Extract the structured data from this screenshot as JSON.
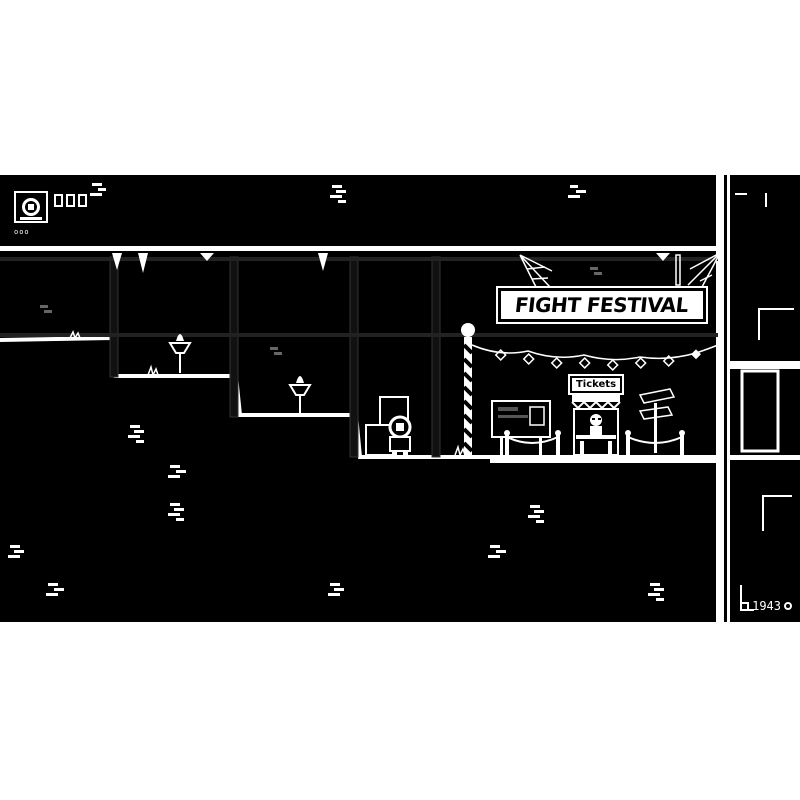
{
  "scene": {
    "title": "FIGHT FESTIVAL",
    "tickets_label": "Tickets",
    "colors": {
      "background": "#000000",
      "foreground": "#ffffff",
      "frame": "#ffffff"
    }
  },
  "hud": {
    "portrait_icon": "player-portrait-icon",
    "health": {
      "filled": 0,
      "total": 3
    },
    "sub_label": "ooo",
    "counter": {
      "value": "1943",
      "left_icon": "item-box-icon",
      "right_icon": "bomb-icon"
    }
  }
}
